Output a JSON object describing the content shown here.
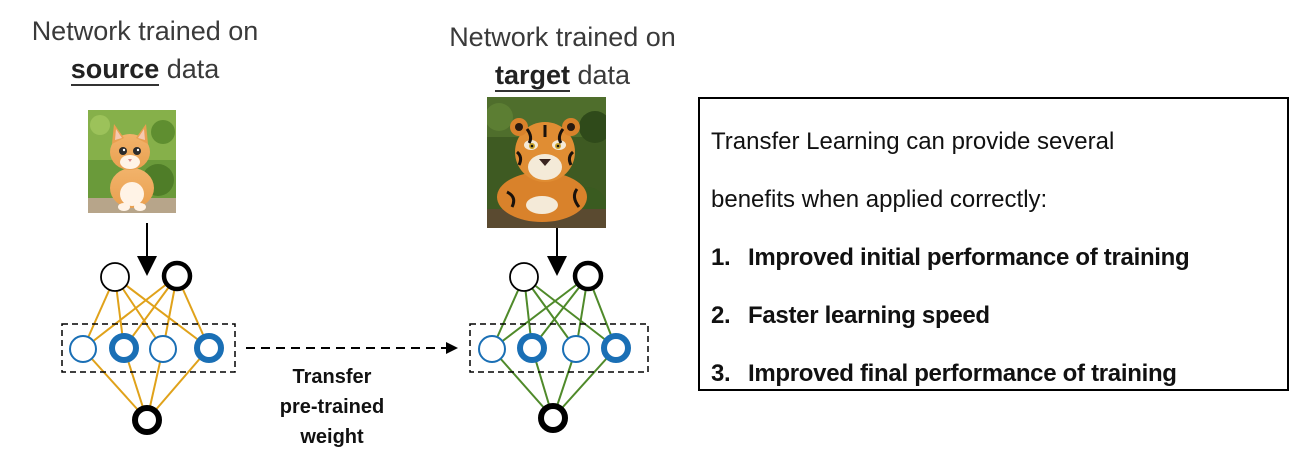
{
  "source_network": {
    "caption_prefix": "Network trained on",
    "caption_highlight": "source",
    "caption_suffix": "data",
    "image_subject": "kitten"
  },
  "target_network": {
    "caption_prefix": "Network trained on",
    "caption_highlight": "target",
    "caption_suffix": "data",
    "image_subject": "tiger"
  },
  "transfer": {
    "label_line1": "Transfer",
    "label_line2": "pre-trained",
    "label_line3": "weight"
  },
  "benefits": {
    "intro_line1": "Transfer Learning can provide several",
    "intro_line2": "benefits when applied correctly:",
    "items": [
      {
        "num": "1.",
        "text": "Improved initial performance of training"
      },
      {
        "num": "2.",
        "text": "Faster learning speed"
      },
      {
        "num": "3.",
        "text": "Improved final performance of training"
      }
    ]
  },
  "colors": {
    "source_edges": "#e0a21a",
    "target_edges": "#4f8a2a",
    "hidden_node_blue": "#1a6fb5",
    "node_black": "#000000"
  }
}
